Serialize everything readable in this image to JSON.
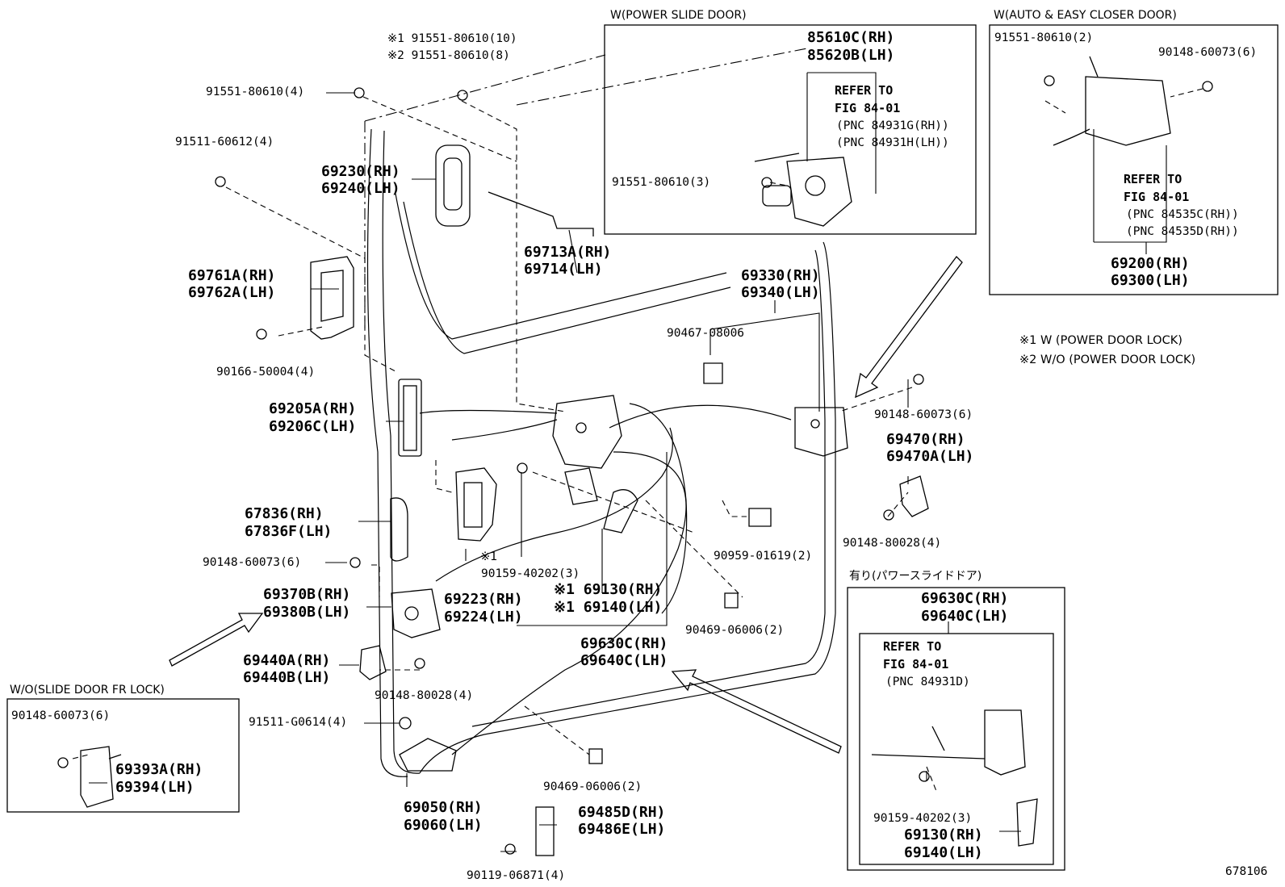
{
  "headers": {
    "power_slide": "W(POWER SLIDE DOOR)",
    "auto_closer": "W(AUTO & EASY CLOSER DOOR)",
    "wo_fr_lock": "W/O(SLIDE DOOR FR LOCK)",
    "ari_power": "有り(パワースライドドア)"
  },
  "notes": {
    "mark1": "※1 W (POWER DOOR LOCK)",
    "mark2": "※2 W/O (POWER DOOR LOCK)"
  },
  "diagram_id": "678106",
  "parts": {
    "p85610": [
      "85610C(RH)",
      "85620B(LH)"
    ],
    "refer_power": [
      "REFER TO",
      "FIG 84-01",
      "(PNC 84931G(RH))",
      "(PNC 84931H(LH))"
    ],
    "b_power_slide": "91551-80610(3)",
    "b_closer_a": "91551-80610(2)",
    "b_closer_b": "90148-60073(6)",
    "refer_closer": [
      "REFER TO",
      "FIG 84-01",
      "(PNC 84535C(RH))",
      "(PNC 84535D(RH))"
    ],
    "p69200": [
      "69200(RH)",
      "69300(LH)"
    ],
    "b_mark_top": [
      "※1 91551-80610(10)",
      "※2 91551-80610(8)"
    ],
    "b_91551_4": "91551-80610(4)",
    "b_91511_4": "91511-60612(4)",
    "p69230": [
      "69230(RH)",
      "69240(LH)"
    ],
    "p69713": [
      "69713A(RH)",
      "69714(LH)"
    ],
    "p69761": [
      "69761A(RH)",
      "69762A(LH)"
    ],
    "b_90166": "90166-50004(4)",
    "p69330": [
      "69330(RH)",
      "69340(LH)"
    ],
    "b_90467": "90467-08006",
    "b_90148_r": "90148-60073(6)",
    "p69470": [
      "69470(RH)",
      "69470A(LH)"
    ],
    "b_90148_r2": "90148-80028(4)",
    "p69205": [
      "69205A(RH)",
      "69206C(LH)"
    ],
    "p67836": [
      "67836(RH)",
      "67836F(LH)"
    ],
    "b_90148_l": "90148-60073(6)",
    "mark_s1": "※1",
    "b_90159": "90159-40202(3)",
    "b_90959": "90959-01619(2)",
    "p69370": [
      "69370B(RH)",
      "69380B(LH)"
    ],
    "p69223": [
      "69223(RH)",
      "69224(LH)"
    ],
    "p69130": [
      "※1 69130(RH)",
      "※1 69140(LH)"
    ],
    "b_90469_a": "90469-06006(2)",
    "p69630": [
      "69630C(RH)",
      "69640C(LH)"
    ],
    "p69440": [
      "69440A(RH)",
      "69440B(LH)"
    ],
    "b_90148_c": "90148-80028(4)",
    "b_91511_g": "91511-G0614(4)",
    "b_wo_90148": "90148-60073(6)",
    "p69393": [
      "69393A(RH)",
      "69394(LH)"
    ],
    "b_90469_b": "90469-06006(2)",
    "p69050": [
      "69050(RH)",
      "69060(LH)"
    ],
    "p69485": [
      "69485D(RH)",
      "69486E(LH)"
    ],
    "b_90119": "90119-06871(4)",
    "p69630_box": [
      "69630C(RH)",
      "69640C(LH)"
    ],
    "refer_ari": [
      "REFER TO",
      "FIG 84-01",
      "(PNC 84931D)"
    ],
    "b_ari_90159": "90159-40202(3)",
    "p69130_box": [
      "69130(RH)",
      "69140(LH)"
    ]
  }
}
